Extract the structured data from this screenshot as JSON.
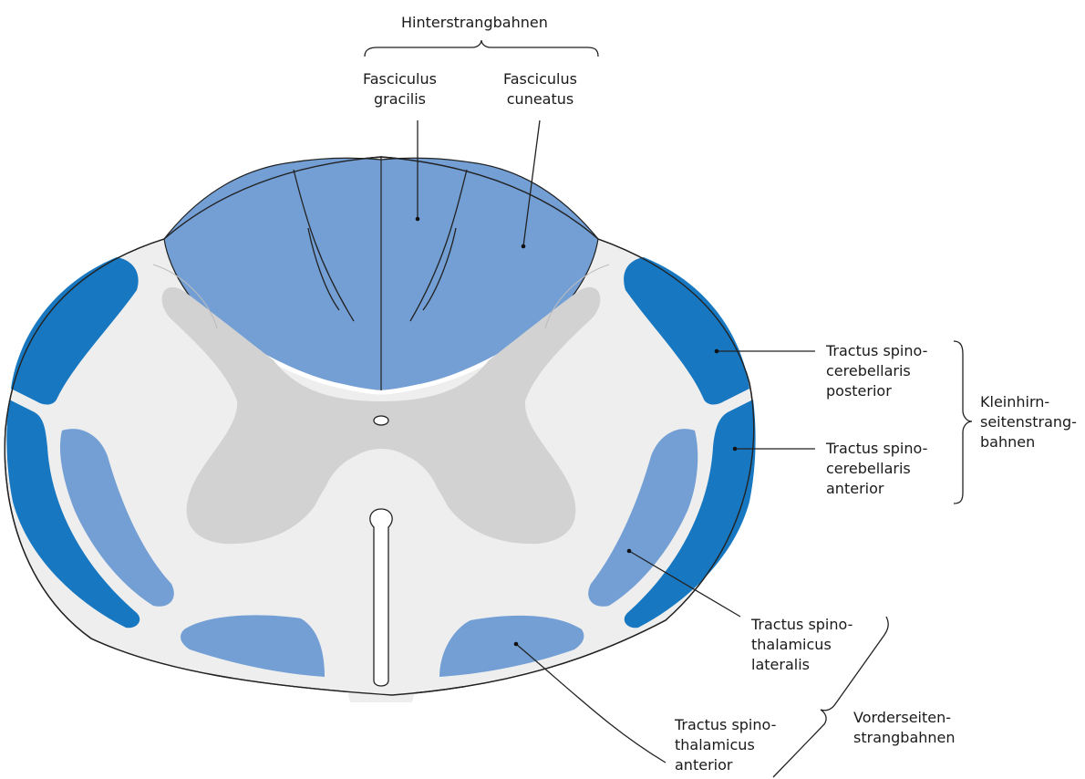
{
  "labels": {
    "hinterstrang_group": "Hinterstrangbahnen",
    "fasciculus_gracilis": [
      "Fasciculus",
      "gracilis"
    ],
    "fasciculus_cuneatus": [
      "Fasciculus",
      "cuneatus"
    ],
    "spinocerebellaris_posterior": [
      "Tractus spino-",
      "cerebellaris",
      "posterior"
    ],
    "spinocerebellaris_anterior": [
      "Tractus spino-",
      "cerebellaris",
      "anterior"
    ],
    "kleinhirn_group": [
      "Kleinhirn-",
      "seitenstrang-",
      "bahnen"
    ],
    "spinothalamicus_lateralis": [
      "Tractus spino-",
      "thalamicus",
      "lateralis"
    ],
    "spinothalamicus_anterior": [
      "Tractus spino-",
      "thalamicus",
      "anterior"
    ],
    "vorderseiten_group": [
      "Vorderseiten-",
      "strangbahnen"
    ]
  },
  "colors": {
    "white_matter": "#eeeeee",
    "gray_matter": "#d2d2d2",
    "dorsal_columns": "#739fd5",
    "spinothalamic": "#739fd5",
    "spinocerebellar": "#1778c1",
    "outline": "#222222"
  }
}
